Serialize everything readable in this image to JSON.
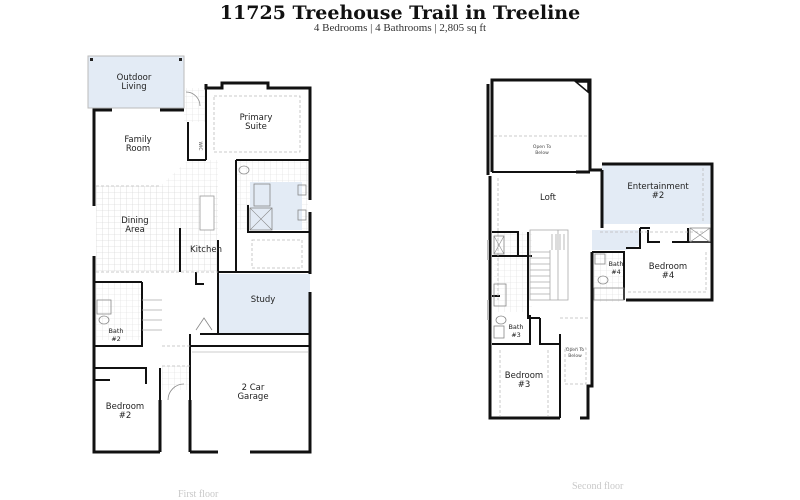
{
  "header": {
    "title": "11725 Treehouse Trail in Treeline",
    "subtitle": "4 Bedrooms | 4 Bathrooms | 2,805 sq ft"
  },
  "colors": {
    "wall": "#111111",
    "highlight": "#e3ebf5",
    "grid": "#dddddd",
    "dashed": "#bbbbbb",
    "floor_label": "#c8c8c8"
  },
  "first_floor": {
    "label": "First floor",
    "rooms": {
      "outdoor_living": [
        "Outdoor",
        "Living"
      ],
      "family_room": [
        "Family",
        "Room"
      ],
      "primary_suite": [
        "Primary",
        "Suite"
      ],
      "wic": "WIC",
      "dining_area": [
        "Dining",
        "Area"
      ],
      "kitchen": "Kitchen",
      "study": "Study",
      "bath2": [
        "Bath",
        "#2"
      ],
      "bedroom2": [
        "Bedroom",
        "#2"
      ],
      "garage": [
        "2 Car",
        "Garage"
      ]
    }
  },
  "second_floor": {
    "label": "Second floor",
    "rooms": {
      "open_to_below_1": [
        "Open To",
        "Below"
      ],
      "loft": "Loft",
      "entertainment": [
        "Entertainment",
        "#2"
      ],
      "bath4": [
        "Bath",
        "#4"
      ],
      "bedroom4": [
        "Bedroom",
        "#4"
      ],
      "bath3": [
        "Bath",
        "#3"
      ],
      "bedroom3": [
        "Bedroom",
        "#3"
      ],
      "open_to_below_2": [
        "Open To",
        "Below"
      ]
    }
  }
}
